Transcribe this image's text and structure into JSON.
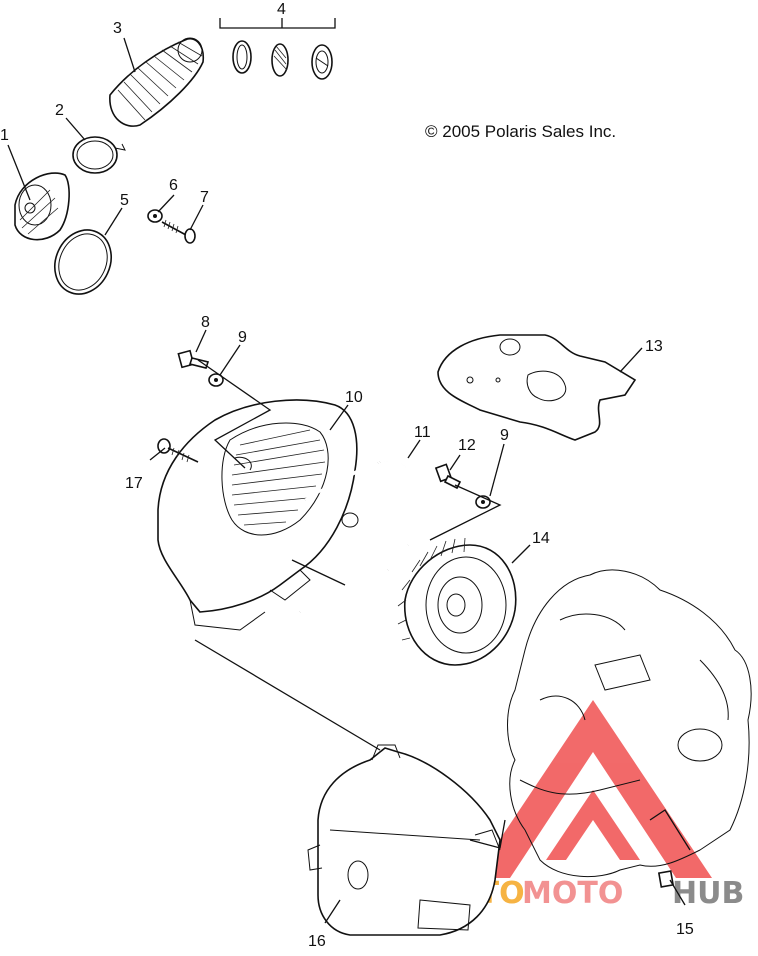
{
  "copyright": "© 2005 Polaris Sales Inc.",
  "watermark": {
    "text_part1": "AUTO",
    "text_part2": "MOTO",
    "text_part3": "HUB",
    "color_part1": "#f5a623",
    "color_part2": "#f08080",
    "color_part3": "#777777",
    "logo_color": "#f05050"
  },
  "callouts": [
    {
      "id": "callout-1",
      "label": "1"
    },
    {
      "id": "callout-2",
      "label": "2"
    },
    {
      "id": "callout-3",
      "label": "3"
    },
    {
      "id": "callout-4",
      "label": "4"
    },
    {
      "id": "callout-5",
      "label": "5"
    },
    {
      "id": "callout-6",
      "label": "6"
    },
    {
      "id": "callout-7",
      "label": "7"
    },
    {
      "id": "callout-8",
      "label": "8"
    },
    {
      "id": "callout-9a",
      "label": "9"
    },
    {
      "id": "callout-10",
      "label": "10"
    },
    {
      "id": "callout-11",
      "label": "11"
    },
    {
      "id": "callout-12",
      "label": "12"
    },
    {
      "id": "callout-9b",
      "label": "9"
    },
    {
      "id": "callout-13",
      "label": "13"
    },
    {
      "id": "callout-14",
      "label": "14"
    },
    {
      "id": "callout-17",
      "label": "17"
    },
    {
      "id": "callout-16",
      "label": "16"
    },
    {
      "id": "callout-15",
      "label": "15"
    }
  ]
}
